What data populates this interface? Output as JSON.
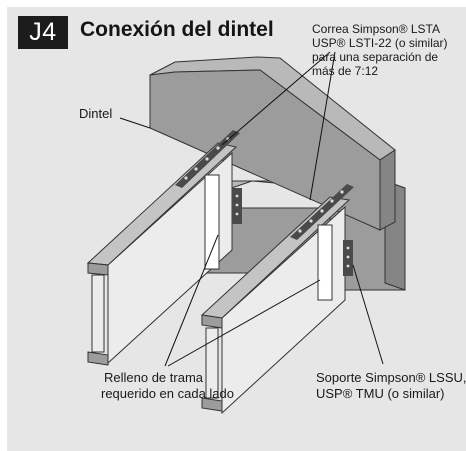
{
  "header": {
    "badge": "J4",
    "title": "Conexión del dintel"
  },
  "labels": {
    "header_beam": "Dintel",
    "strap": [
      "Correa Simpson® LSTA",
      "USP® LSTI-22 (o similar)",
      "para una separación de",
      "más de 7:12"
    ],
    "blocking": [
      "Relleno de trama",
      "requerido en cada lado"
    ],
    "hanger": [
      "Soporte Simpson® LSSU,",
      "USP® TMU (o similar)"
    ]
  },
  "colors": {
    "panel": "#e6e6e6",
    "badge": "#1c1c1c",
    "beam_front": "#9c9c9c",
    "beam_top": "#b9b9b9",
    "beam_side": "#858585",
    "rafter_top": "#c4c4c4",
    "rafter_web": "#ececec",
    "hardware": "#4a4a4a"
  }
}
